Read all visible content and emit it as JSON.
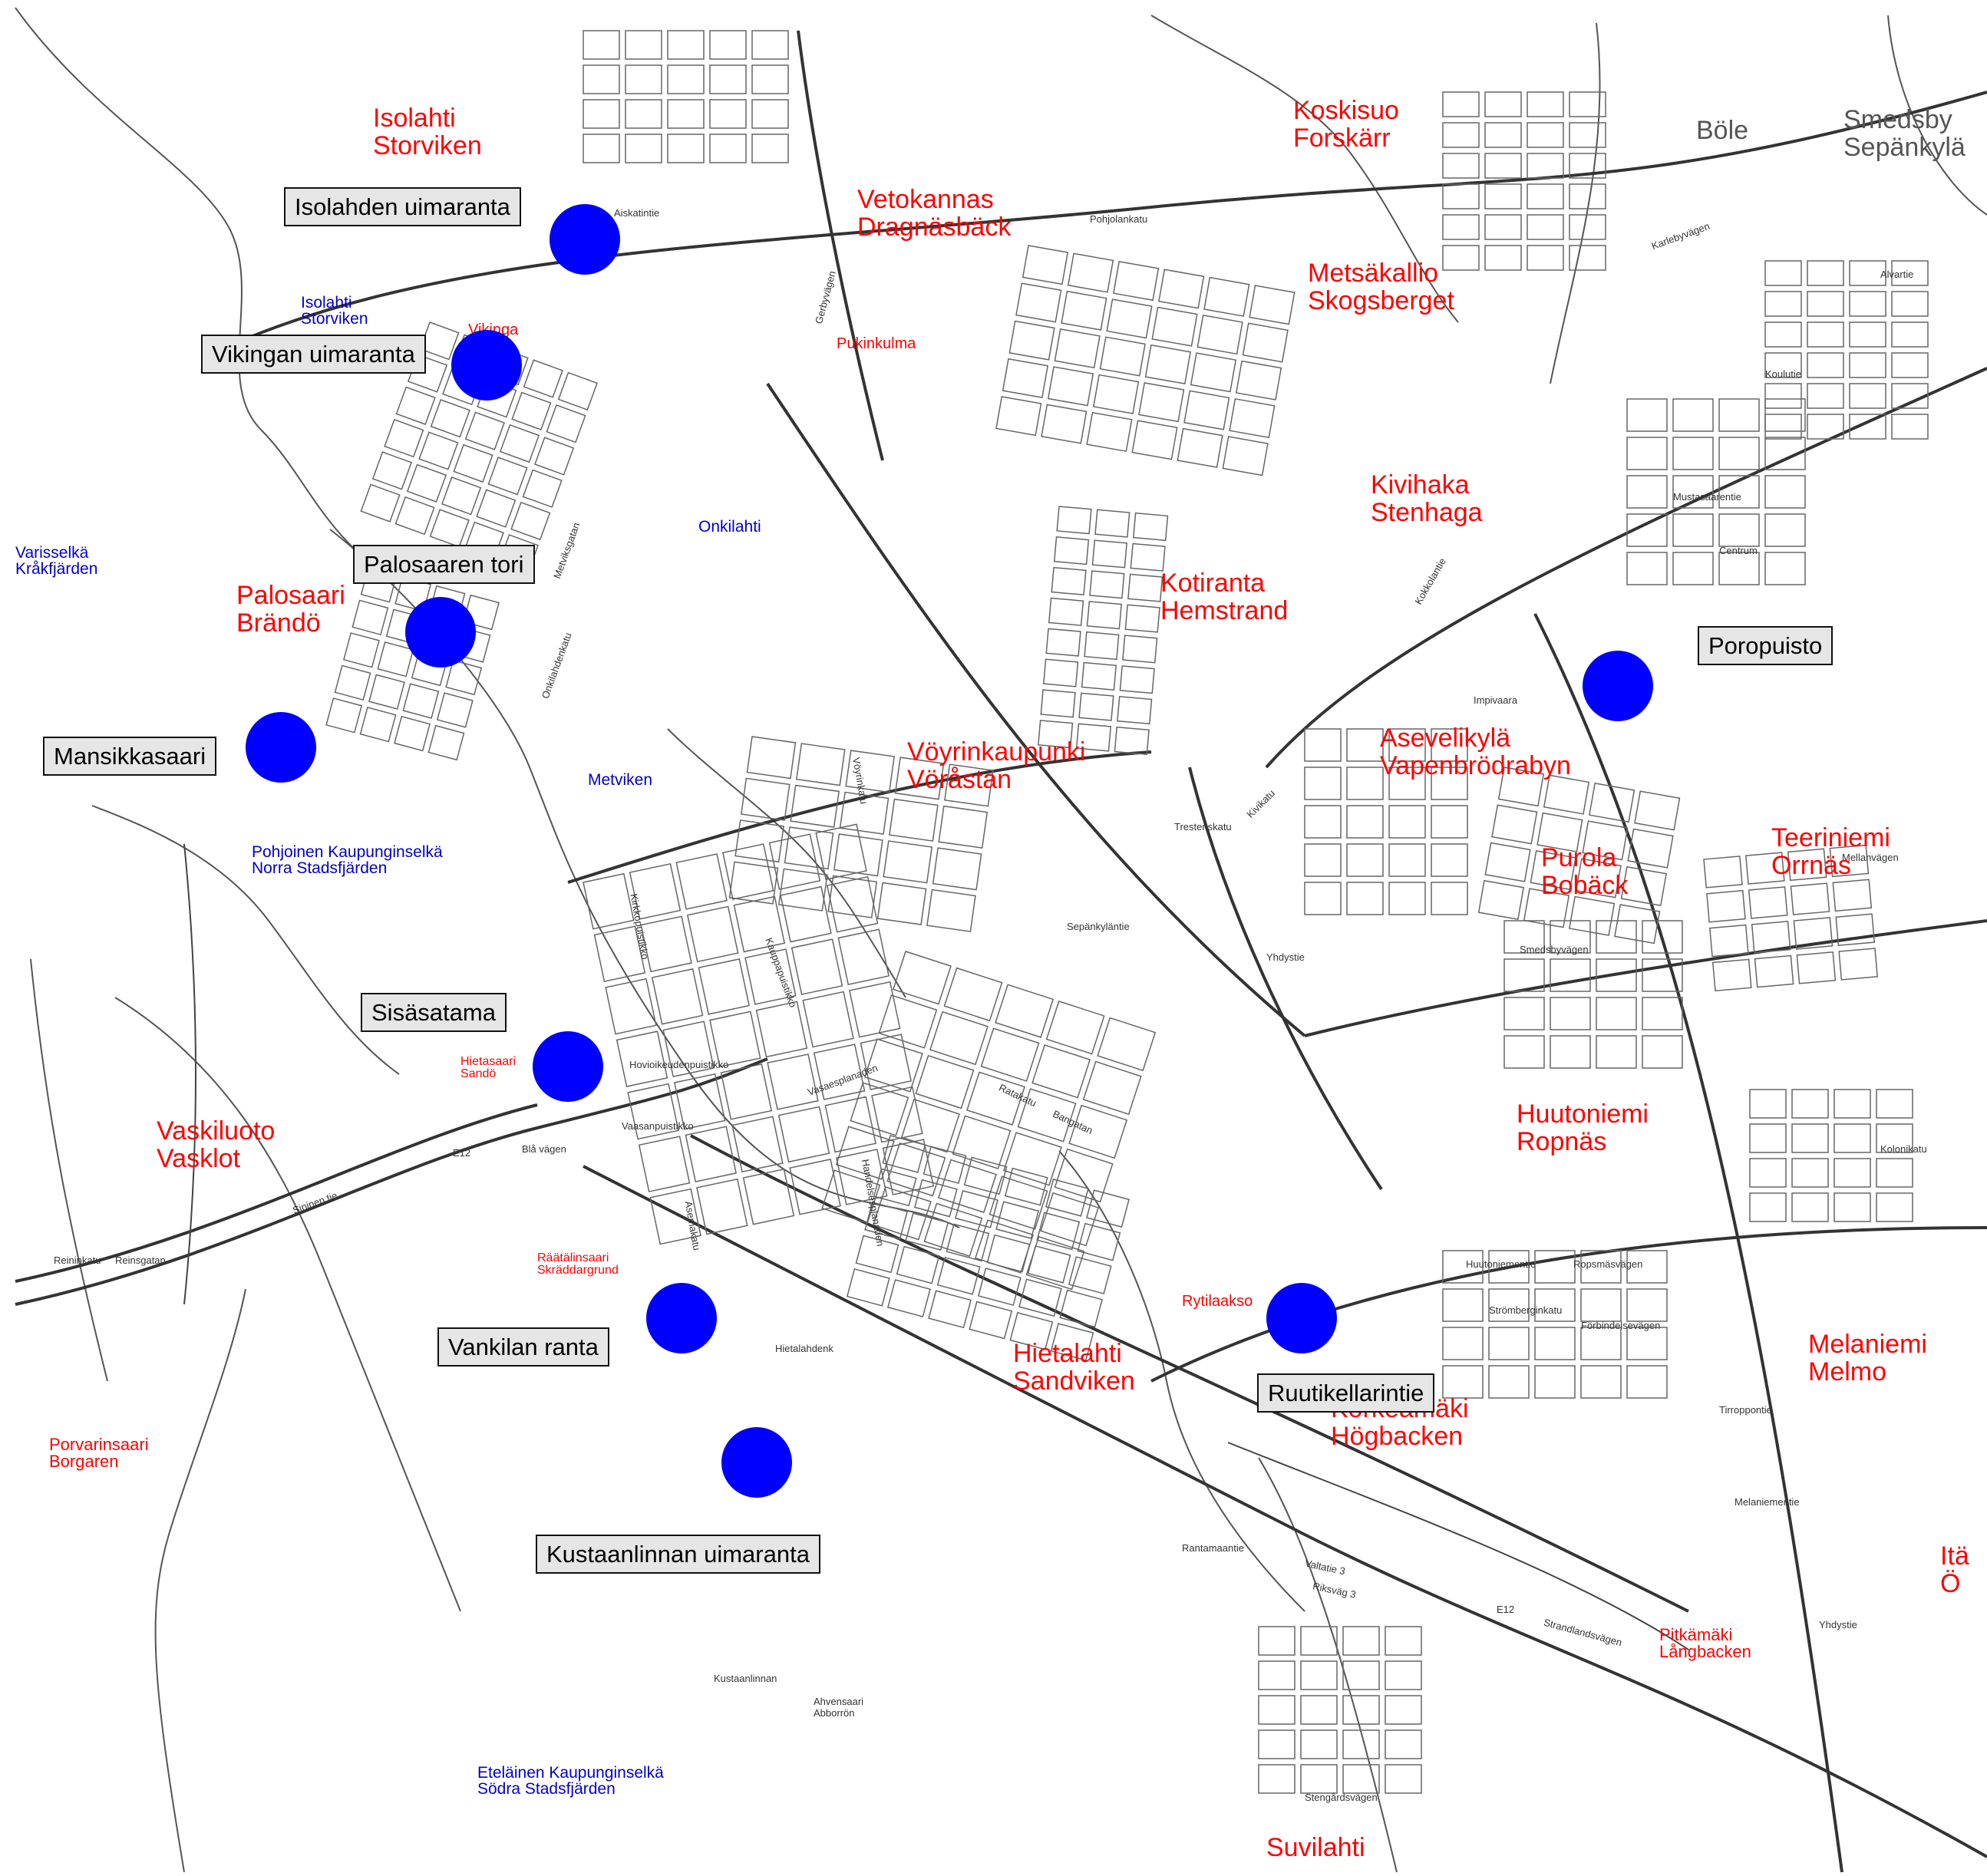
{
  "districts": {
    "isolahti": [
      "Isolahti",
      "Storviken"
    ],
    "vetokannas": [
      "Vetokannas",
      "Dragnäsbäck"
    ],
    "koskisuo": [
      "Koskisuo",
      "Forskärr"
    ],
    "metsakallio": [
      "Metsäkallio",
      "Skogsberget"
    ],
    "kivihaka": [
      "Kivihaka",
      "Stenhaga"
    ],
    "kotiranta": [
      "Kotiranta",
      "Hemstrand"
    ],
    "palosaari": [
      "Palosaari",
      "Brändö"
    ],
    "voyrinkaupunki": [
      "Vöyrinkaupunki",
      "Vöråstan"
    ],
    "asevelikyla": [
      "Asevelikylä",
      "Vapenbrödrabyn"
    ],
    "purola": [
      "Purola",
      "Bobäck"
    ],
    "teeriniemi": [
      "Teeriniemi",
      "Orrnäs"
    ],
    "huutoniemi": [
      "Huutoniemi",
      "Ropnäs"
    ],
    "vaskiluoto": [
      "Vaskiluoto",
      "Vasklot"
    ],
    "hietalahti": [
      "Hietalahti",
      "Sandviken"
    ],
    "korkeamaki": [
      "Korkeamäki",
      "Högbacken"
    ],
    "melaniemi": [
      "Melaniemi",
      "Melmo"
    ],
    "smedsby": [
      "Smedsby",
      "Sepänkylä"
    ],
    "bole": "Böle",
    "suvilahti": "Suvilahti",
    "vikinga": "Vikinga",
    "pukinkulma": "Pukinkulma",
    "rytilaakso": "Rytilaakso",
    "hietasaari": [
      "Hietasaari",
      "Sandö"
    ],
    "raatalinsaari": [
      "Räätälinsaari",
      "Skräddargrund"
    ],
    "porvarinsaari": [
      "Porvarinsaari",
      "Borgaren"
    ],
    "pitkamaki": [
      "Pitkämäki",
      "Långbacken"
    ],
    "ita": [
      "Itä",
      "Ö"
    ]
  },
  "waters": {
    "isolahti_water": [
      "Isolahti",
      "Storviken"
    ],
    "varisselka": [
      "Varisselkä",
      "Kråkfjärden"
    ],
    "onkilahti": "Onkilahti",
    "metviken": "Metviken",
    "pohjoinen": [
      "Pohjoinen Kaupunginselkä",
      "Norra Stadsfjärden"
    ],
    "etelainen": [
      "Eteläinen Kaupunginselkä",
      "Södra Stadsfjärden"
    ]
  },
  "beaches": [
    {
      "id": "isolahden-uimaranta",
      "label": "Isolahden uimaranta"
    },
    {
      "id": "vikingan-uimaranta",
      "label": "Vikingan uimaranta"
    },
    {
      "id": "palosaaren-tori",
      "label": "Palosaaren tori"
    },
    {
      "id": "mansikkasaari",
      "label": "Mansikkasaari"
    },
    {
      "id": "poropuisto",
      "label": "Poropuisto"
    },
    {
      "id": "sisasatama",
      "label": "Sisäsatama"
    },
    {
      "id": "vankilan-ranta",
      "label": "Vankilan ranta"
    },
    {
      "id": "ruutikellarintie",
      "label": "Ruutikellarintie"
    },
    {
      "id": "kustaanlinnan-uimaranta",
      "label": "Kustaanlinnan uimaranta"
    }
  ],
  "streets": [
    "Pohjolankatu",
    "Mustasaarentie",
    "Kokkolantie",
    "Vaasanpuistikko",
    "Rantamaantie",
    "Huutoniementie",
    "Ropsmäsvägen",
    "Strömberginkatu",
    "Förbindelsevägen",
    "Melaniementie",
    "Ratakatu",
    "Bangatan",
    "Sininen tie",
    "Reininkatu",
    "Reinsgatan",
    "Valtatie 3",
    "Riksväg 3",
    "E12",
    "Blå vägen",
    "Yhdystie",
    "Sepänkyläntie",
    "Karlebyvägen",
    "Strandlandsvägen",
    "Hietalahdenk",
    "Vöyrinkatu",
    "Kauppapuistikko",
    "Hovioikeudenpuistikko",
    "Vasaesplanaden",
    "Handelsesplanaden",
    "Kirkkopuistikko",
    "Asemakatu",
    "Kivikatu",
    "Impivaara",
    "Aiskatintie",
    "Gerbyvägen",
    "Alvartie",
    "Centrum",
    "Koulutie",
    "Smedsbyvägen",
    "Onkilahdenkatu",
    "Metviksgatan",
    "Kustaanlinnan",
    "Mellanvägen",
    "Kolonikatu",
    "Ahvensaari",
    "Abborrön",
    "Stengårdsvägen",
    "Tirroppontie",
    "Trestenskatu"
  ]
}
